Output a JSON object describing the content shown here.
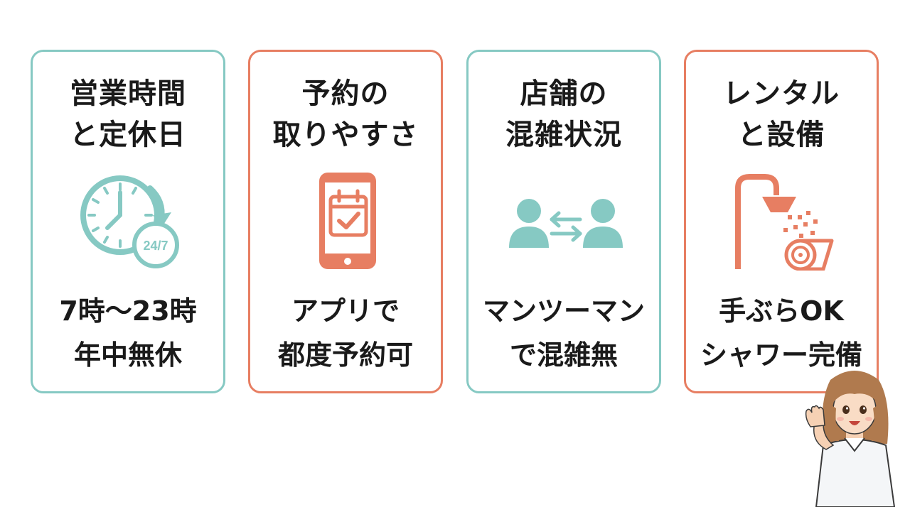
{
  "cards": [
    {
      "title_1": "営業時間",
      "title_2": "と定休日",
      "icon_text": "24/7",
      "caption_1": "7時〜23時",
      "caption_2": "年中無休",
      "accent": "#86c9c3"
    },
    {
      "title_1": "予約の",
      "title_2": "取りやすさ",
      "caption_1": "アプリで",
      "caption_2": "都度予約可",
      "accent": "#e77e62"
    },
    {
      "title_1": "店舗の",
      "title_2": "混雑状況",
      "caption_1": "マンツーマン",
      "caption_2": "で混雑無",
      "accent": "#86c9c3"
    },
    {
      "title_1": "レンタル",
      "title_2": "と設備",
      "caption_1": "手ぶらOK",
      "caption_2": "シャワー完備",
      "accent": "#e77e62"
    }
  ],
  "icons": [
    "clock-24-7-icon",
    "smartphone-calendar-check-icon",
    "two-people-exchange-icon",
    "shower-towel-icon"
  ]
}
